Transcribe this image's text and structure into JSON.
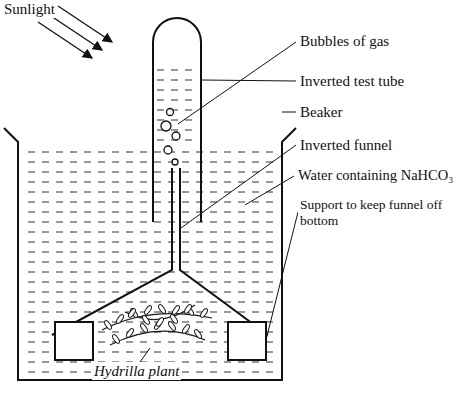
{
  "diagram": {
    "labels": [
      "Sunlight",
      "Bubbles of gas",
      "Inverted test tube",
      "Beaker",
      "Inverted funnel",
      "Water containing NaHCO₃",
      "Support to keep funnel off bottom",
      "Hydrilla plant"
    ]
  }
}
